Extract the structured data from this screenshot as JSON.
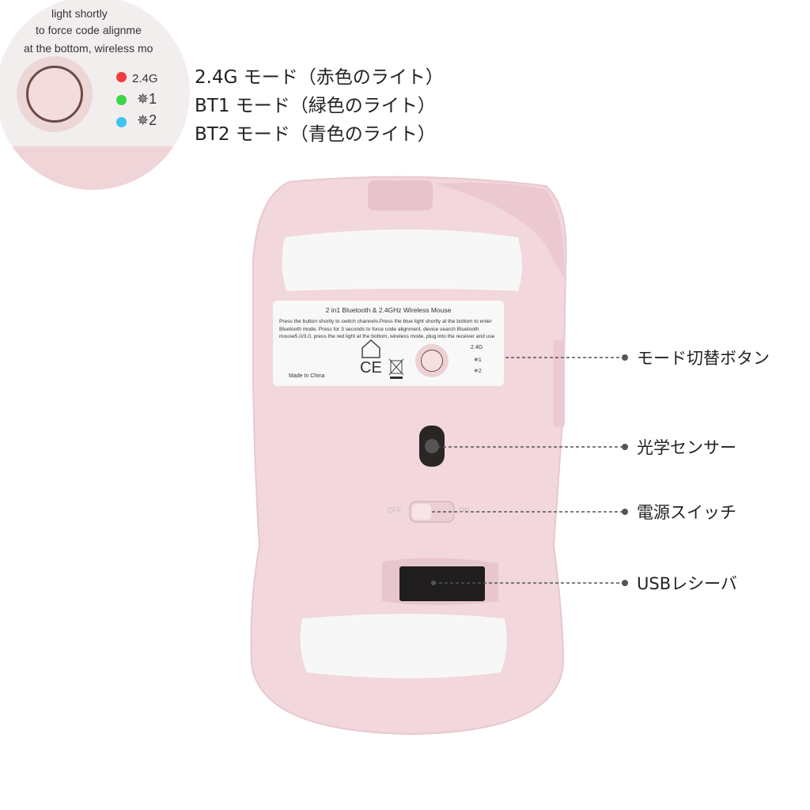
{
  "inset": {
    "text_lines": [
      "light shortly",
      "to force code alignme",
      "at the bottom, wireless mo"
    ],
    "indicators": [
      {
        "label": "2.4G",
        "color": "#f03c3c"
      },
      {
        "label": "✵1",
        "color": "#3cd64a"
      },
      {
        "label": "✵2",
        "color": "#3cc4f0"
      }
    ]
  },
  "modes": [
    "2.4G モード（赤色のライト）",
    "BT1 モード（緑色のライト）",
    "BT2 モード（青色のライト）"
  ],
  "mouse_label": {
    "title": "2 in1 Bluetooth & 2.4GHz Wireless Mouse",
    "body": "Press the button shortly to switch channels.Press the blue light shortly at the bottom to enter Bluetooth mode. Press for 3 seconds to force code alignment, device search Bluetooth mouse5.0/3.0, press the red light at the bottom, wireless mode, plug into the receiver and use",
    "made_in": "Made In China",
    "ind_24g": "2.4G",
    "ind_bt1": "✵1",
    "ind_bt2": "✵2",
    "ce": "CE"
  },
  "switch": {
    "off": "OFF",
    "on": "ON"
  },
  "callouts": [
    "モード切替ボタン",
    "光学センサー",
    "電源スイッチ",
    "USBレシーバ"
  ],
  "colors": {
    "mouse_pink": "#f2d7dc",
    "pad_white": "#f7f7f7"
  }
}
